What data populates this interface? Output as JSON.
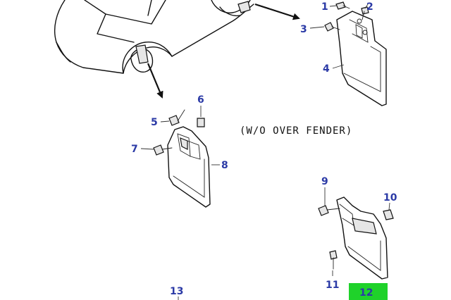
{
  "diagram": {
    "note": "(W/O OVER FENDER)",
    "callouts": {
      "c1": "1",
      "c2": "2",
      "c3": "3",
      "c4": "4",
      "c5": "5",
      "c6": "6",
      "c7": "7",
      "c8": "8",
      "c9": "9",
      "c10": "10",
      "c11": "11",
      "c12": "12",
      "c13": "13"
    },
    "highlight_color": "#1fd22a",
    "label_color": "#2b3aa6"
  }
}
